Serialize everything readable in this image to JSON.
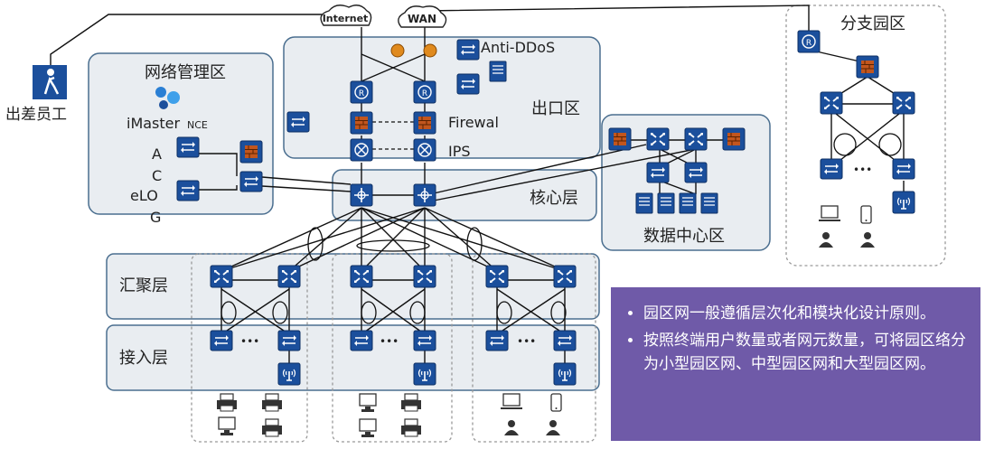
{
  "zones": {
    "mgmt": "网络管理区",
    "egress": "出口区",
    "core": "核心层",
    "datacenter": "数据中心区",
    "branch": "分支园区",
    "aggregation": "汇聚层",
    "access": "接入层"
  },
  "clouds": {
    "internet": "Internet",
    "wan": "WAN"
  },
  "traveler": "出差员工",
  "mgmt_labels": {
    "imaster": "iMaster",
    "nce": "NCE",
    "a": "A",
    "c": "C",
    "elo": "eLO",
    "g": "G"
  },
  "security_labels": {
    "anti_ddos": "Anti-DDoS",
    "firewall": "Firewal",
    "ips": "IPS"
  },
  "ellipsis": "•••",
  "note": {
    "bullets": [
      "园区网一般遵循层次化和模块化设计原则。",
      "按照终端用户数量或者网元数量，可将园区络分为小型园区网、中型园区网和大型园区网。"
    ]
  },
  "colors": {
    "device_blue": "#1b4f9c",
    "firewall_orange": "#c2561e",
    "zone_fill": "#e9edf1",
    "note_bg": "#6f5aa8"
  },
  "icons": [
    "router-icon",
    "switch-icon",
    "firewall-icon",
    "ips-icon",
    "server-icon",
    "ap-icon",
    "laptop-icon",
    "phone-icon",
    "printer-icon",
    "user-icon",
    "cloud-icon"
  ]
}
